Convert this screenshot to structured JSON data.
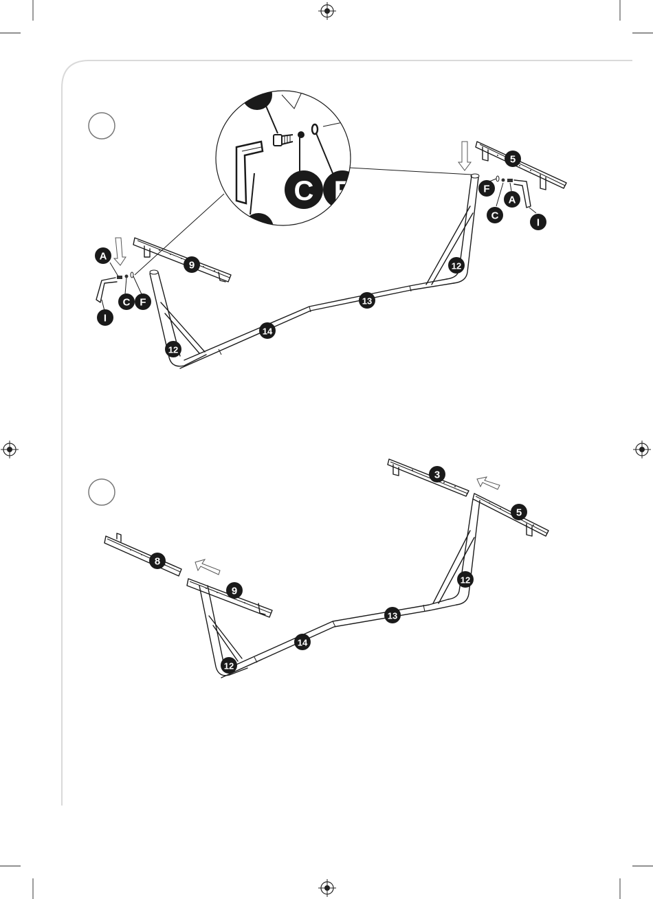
{
  "colors": {
    "ink": "#1a1a1a",
    "frame": "#d9d9d9",
    "badge_fill": "#1a1a1a",
    "badge_text": "#ffffff",
    "step_circle": "#777777"
  },
  "step1": {
    "step_number": "",
    "left_labels": {
      "bolt": "A",
      "washer_c": "C",
      "washer_f": "F",
      "key": "I",
      "beam": "9",
      "leg": "12"
    },
    "right_labels": {
      "beam": "5",
      "washer_f": "F",
      "washer_c": "C",
      "bolt": "A",
      "key": "I",
      "leg": "12"
    },
    "base_labels": {
      "front": "14",
      "rear": "13"
    },
    "zoom_labels": {
      "washer_c": "C",
      "washer_f": "F"
    }
  },
  "step2": {
    "step_number": "",
    "labels": {
      "beam_left_outer": "8",
      "beam_left": "9",
      "beam_right_outer": "3",
      "beam_right": "5",
      "leg_left": "12",
      "leg_right": "12",
      "base_front": "14",
      "base_rear": "13"
    }
  },
  "icons": [
    "registration-mark-icon",
    "arrow-icon",
    "allen-key-icon",
    "bolt-icon",
    "washer-icon"
  ]
}
